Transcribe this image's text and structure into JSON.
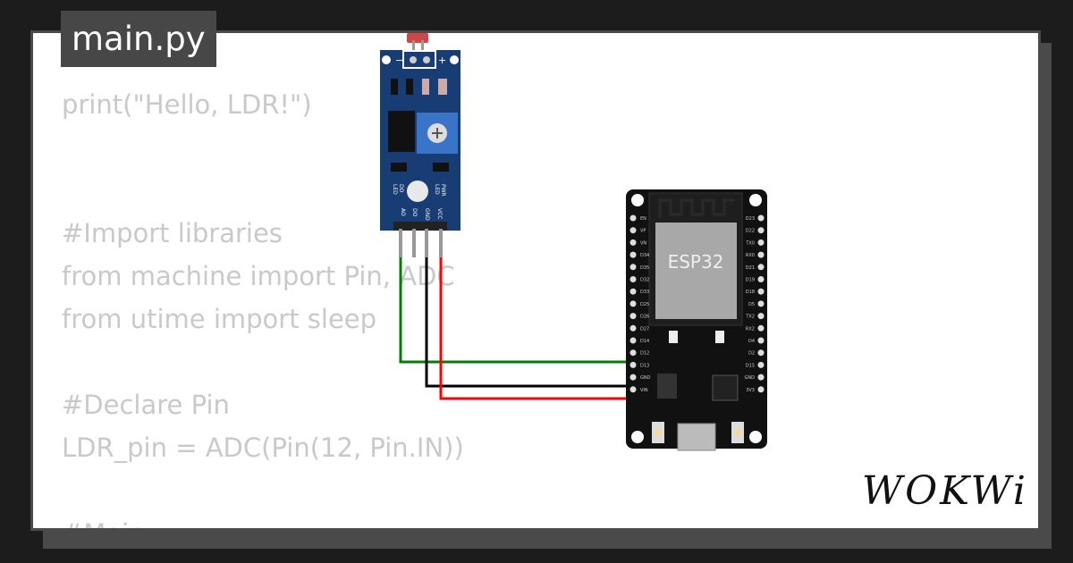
{
  "file": {
    "name": "main.py"
  },
  "code_lines": [
    "print(\"Hello, LDR!\")",
    "",
    "",
    "#Import libraries",
    "from machine import Pin, ADC",
    "from utime import sleep",
    "",
    "#Declare Pin",
    "LDR_pin = ADC(Pin(12, Pin.IN))",
    "",
    "#Main"
  ],
  "ldr_module": {
    "pin_labels": [
      "AO",
      "DO",
      "GND",
      "VCC"
    ],
    "pwr_led_label": [
      "PWR",
      "LED"
    ],
    "do_led_label": [
      "DO",
      "LED"
    ],
    "minus_label": "−",
    "plus_label": "+"
  },
  "esp32": {
    "chip_label": "ESP32",
    "left_pins": [
      "EN",
      "VP",
      "VN",
      "D34",
      "D35",
      "D32",
      "D33",
      "D25",
      "D26",
      "D27",
      "D14",
      "D12",
      "D13",
      "GND",
      "VIN"
    ],
    "right_pins": [
      "D23",
      "D22",
      "TX0",
      "RX0",
      "D21",
      "D19",
      "D18",
      "D5",
      "TX2",
      "RX2",
      "D4",
      "D2",
      "D15",
      "GND",
      "3V3"
    ]
  },
  "wires": [
    {
      "from": "AO",
      "to": "D12",
      "color": "#008000"
    },
    {
      "from": "GND",
      "to": "GND",
      "color": "#000000"
    },
    {
      "from": "VCC",
      "to": "VIN",
      "color": "#ff0000"
    }
  ],
  "brand": "WOKWi"
}
